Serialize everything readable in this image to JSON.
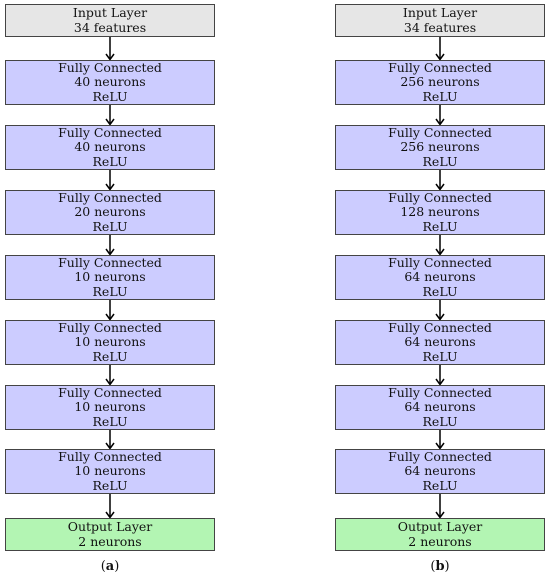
{
  "diagrams": [
    {
      "caption_open": "(",
      "caption_letter": "a",
      "caption_close": ")",
      "layers": [
        {
          "type": "input",
          "lines": [
            "Input Layer",
            "34 features"
          ]
        },
        {
          "type": "hidden",
          "lines": [
            "Fully Connected",
            "40 neurons",
            "ReLU"
          ]
        },
        {
          "type": "hidden",
          "lines": [
            "Fully Connected",
            "40 neurons",
            "ReLU"
          ]
        },
        {
          "type": "hidden",
          "lines": [
            "Fully Connected",
            "20 neurons",
            "ReLU"
          ]
        },
        {
          "type": "hidden",
          "lines": [
            "Fully Connected",
            "10 neurons",
            "ReLU"
          ]
        },
        {
          "type": "hidden",
          "lines": [
            "Fully Connected",
            "10 neurons",
            "ReLU"
          ]
        },
        {
          "type": "hidden",
          "lines": [
            "Fully Connected",
            "10 neurons",
            "ReLU"
          ]
        },
        {
          "type": "hidden",
          "lines": [
            "Fully Connected",
            "10 neurons",
            "ReLU"
          ]
        },
        {
          "type": "output",
          "lines": [
            "Output Layer",
            "2 neurons"
          ]
        }
      ]
    },
    {
      "caption_open": "(",
      "caption_letter": "b",
      "caption_close": ")",
      "layers": [
        {
          "type": "input",
          "lines": [
            "Input Layer",
            "34 features"
          ]
        },
        {
          "type": "hidden",
          "lines": [
            "Fully Connected",
            "256 neurons",
            "ReLU"
          ]
        },
        {
          "type": "hidden",
          "lines": [
            "Fully Connected",
            "256 neurons",
            "ReLU"
          ]
        },
        {
          "type": "hidden",
          "lines": [
            "Fully Connected",
            "128 neurons",
            "ReLU"
          ]
        },
        {
          "type": "hidden",
          "lines": [
            "Fully Connected",
            "64 neurons",
            "ReLU"
          ]
        },
        {
          "type": "hidden",
          "lines": [
            "Fully Connected",
            "64 neurons",
            "ReLU"
          ]
        },
        {
          "type": "hidden",
          "lines": [
            "Fully Connected",
            "64 neurons",
            "ReLU"
          ]
        },
        {
          "type": "hidden",
          "lines": [
            "Fully Connected",
            "64 neurons",
            "ReLU"
          ]
        },
        {
          "type": "output",
          "lines": [
            "Output Layer",
            "2 neurons"
          ]
        }
      ]
    }
  ],
  "colors": {
    "input": "#e6e6e6",
    "hidden": "#ccccff",
    "output": "#b3f5b3",
    "border": "#444444",
    "arrow": "#000000"
  }
}
